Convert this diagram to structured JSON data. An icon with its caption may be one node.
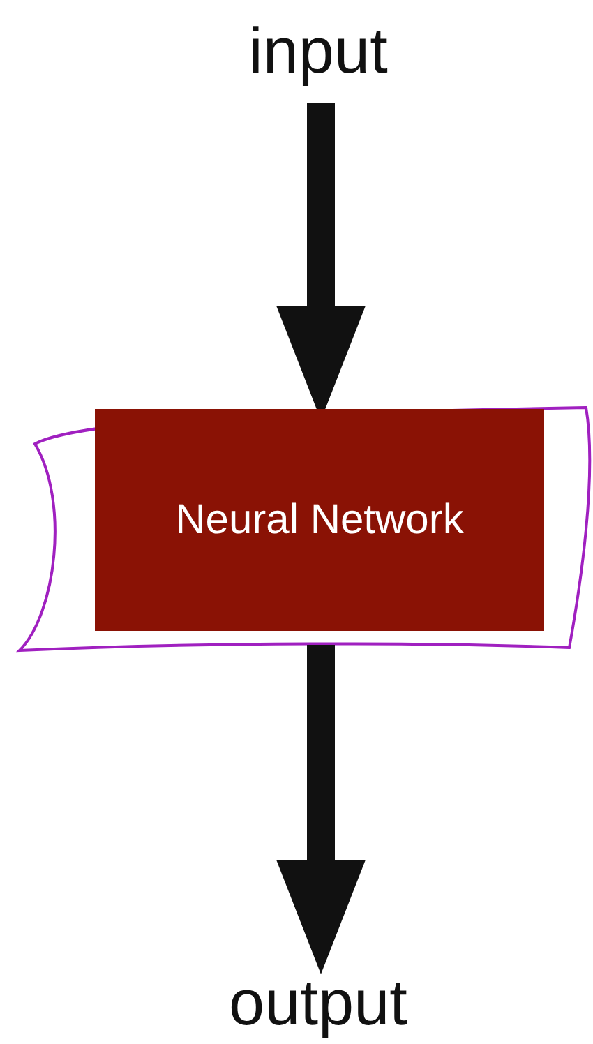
{
  "diagram": {
    "nodes": [
      {
        "text": [
          "input"
        ]
      },
      {
        "text": [
          "Neural Network"
        ]
      },
      {
        "text": [
          "output"
        ]
      }
    ],
    "edges": [
      {
        "from": 0,
        "to": 1,
        "arrow": "to"
      },
      {
        "from": 1,
        "to": 2,
        "arrow": "to"
      }
    ]
  }
}
